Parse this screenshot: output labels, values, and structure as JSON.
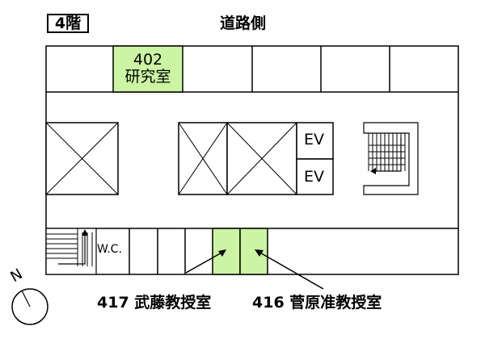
{
  "floor_label": "4階",
  "road_label": "道路側",
  "rooms": {
    "r402": {
      "number": "402",
      "name": "研究室"
    },
    "r417": {
      "label": "417 武藤教授室"
    },
    "r416": {
      "label": "416 菅原准教授室"
    }
  },
  "elevators": [
    "EV",
    "EV"
  ],
  "toilet_label": "W.C.",
  "compass_label": "N",
  "colors": {
    "highlight": "#ccf5a3",
    "line": "#000000",
    "background": "#ffffff"
  }
}
